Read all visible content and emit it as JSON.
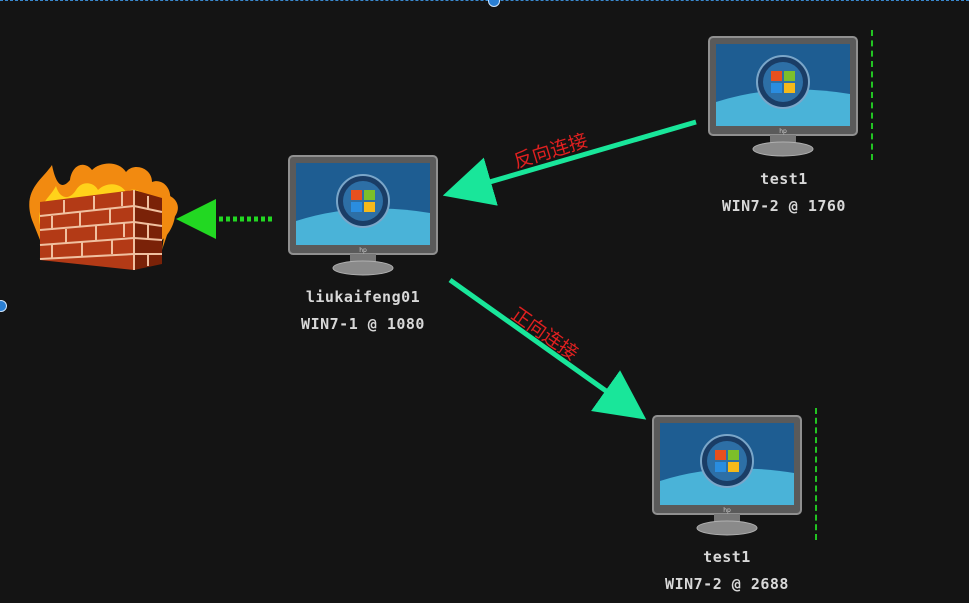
{
  "graph": {
    "nodes": [
      {
        "user": "liukaifeng01",
        "host": "WIN7-1 @ 1080"
      },
      {
        "user": "test1",
        "host": "WIN7-2 @ 1760"
      },
      {
        "user": "test1",
        "host": "WIN7-2 @ 2688"
      }
    ],
    "edges": [
      {
        "label": "反向连接",
        "color": "#19e69a"
      },
      {
        "label": "正向连接",
        "color": "#19e69a"
      }
    ],
    "egress_arrow_color": "#22d822",
    "label_color": "#e02020"
  },
  "icons": {
    "firewall": "firewall-icon",
    "monitor": "windows7-monitor-icon"
  }
}
